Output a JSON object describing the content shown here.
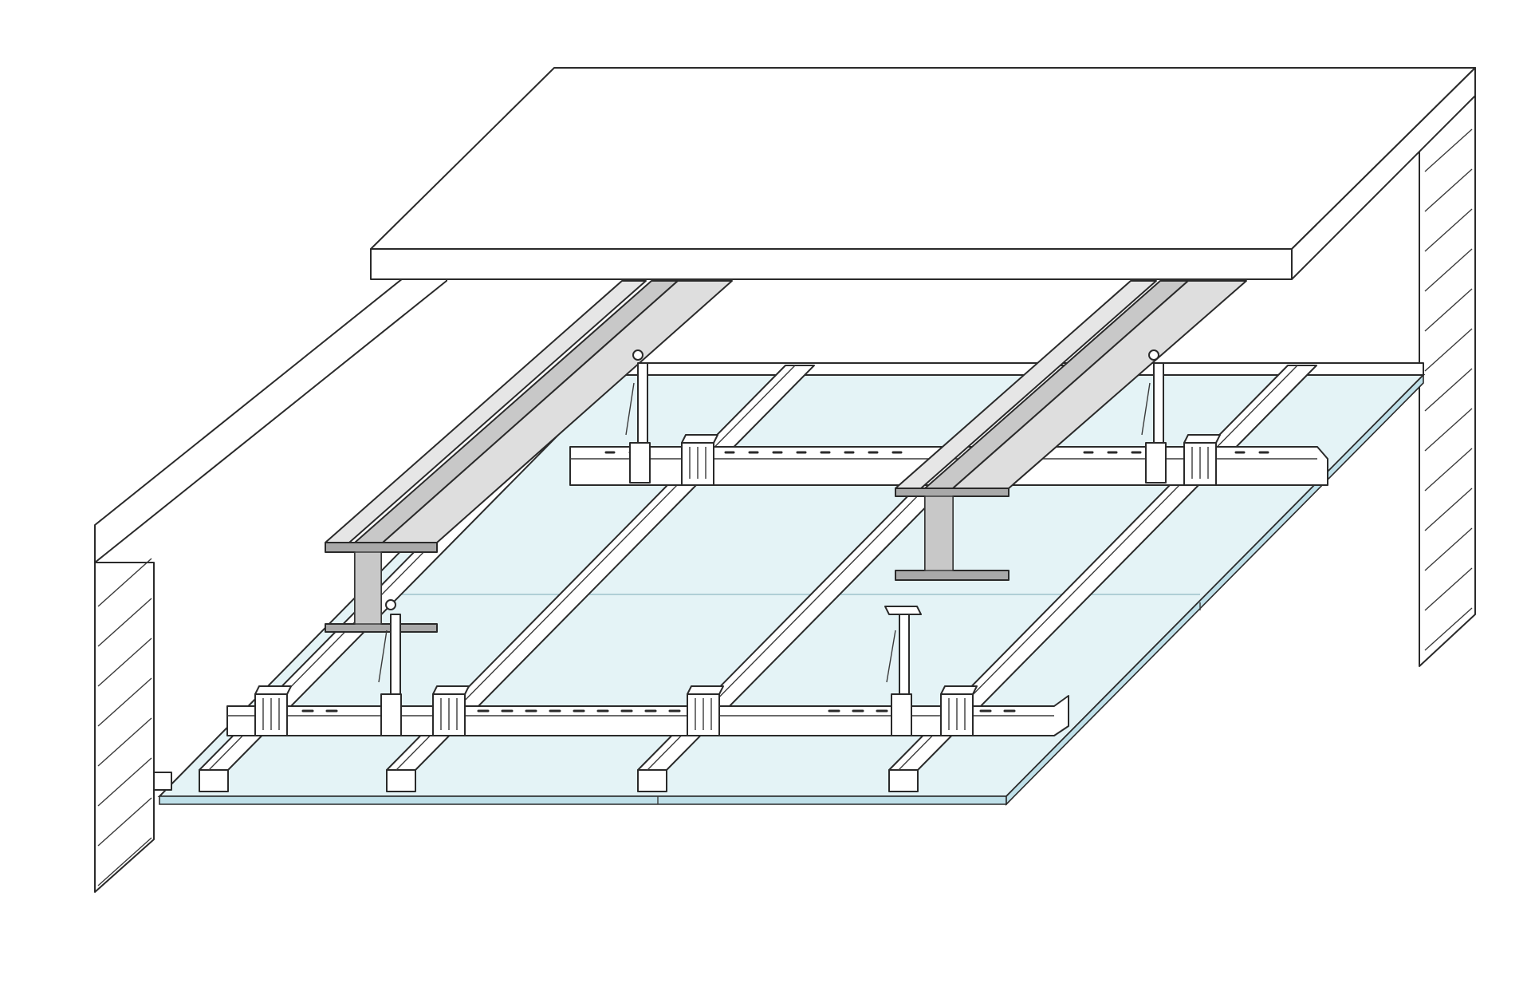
{
  "diagram": {
    "colors": {
      "background": "#ffffff",
      "line": "#2a2a2a",
      "slab": "#ffffff",
      "wall": "#ffffff",
      "wall_hatch": "#444444",
      "board": "#e4f3f6",
      "board_edge": "#bfe0e9",
      "steel_beam": "#c8c8c8",
      "steel_beam_dark": "#a9a9a9",
      "metal_profile": "#ffffff"
    },
    "components": [
      {
        "key": "floor-slab",
        "icon": "slab-shape"
      },
      {
        "key": "steel-i-beam",
        "icon": "beam-shape",
        "count": 2
      },
      {
        "key": "masonry-wall",
        "icon": "hatched-wall-shape",
        "count": 2
      },
      {
        "key": "primary-channel",
        "icon": "channel-shape",
        "count": 2
      },
      {
        "key": "secondary-furring-channel",
        "icon": "furring-shape",
        "count": 4
      },
      {
        "key": "beam-clip-hanger",
        "icon": "clip-shape",
        "count": 4
      },
      {
        "key": "direct-hanger",
        "icon": "hanger-shape",
        "count": 1
      },
      {
        "key": "channel-connector-clip",
        "icon": "connector-shape",
        "count": 6
      },
      {
        "key": "plasterboard",
        "icon": "board-shape",
        "count": 4
      },
      {
        "key": "perimeter-angle",
        "icon": "angle-shape"
      }
    ]
  }
}
